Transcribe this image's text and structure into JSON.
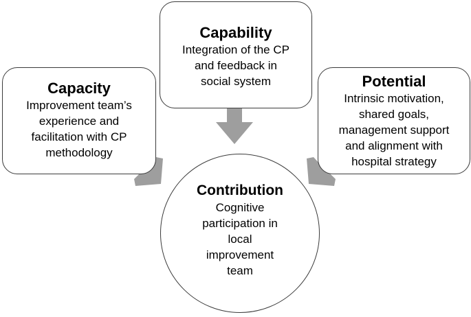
{
  "colors": {
    "arrow": "#9e9e9e",
    "border": "#3a3a3a",
    "text": "#000000",
    "background": "#ffffff"
  },
  "capability": {
    "title": "Capability",
    "lines": [
      "Integration of the CP",
      "and feedback in",
      "social system"
    ]
  },
  "capacity": {
    "title": "Capacity",
    "lines": [
      "Improvement team’s",
      "experience and",
      "facilitation with CP",
      "methodology"
    ]
  },
  "potential": {
    "title": "Potential",
    "lines": [
      "Intrinsic motivation,",
      "shared goals,",
      "management support",
      "and alignment with",
      "hospital strategy"
    ]
  },
  "contribution": {
    "title": "Contribution",
    "lines": [
      "Cognitive",
      "participation in",
      "local",
      "improvement",
      "team"
    ]
  }
}
